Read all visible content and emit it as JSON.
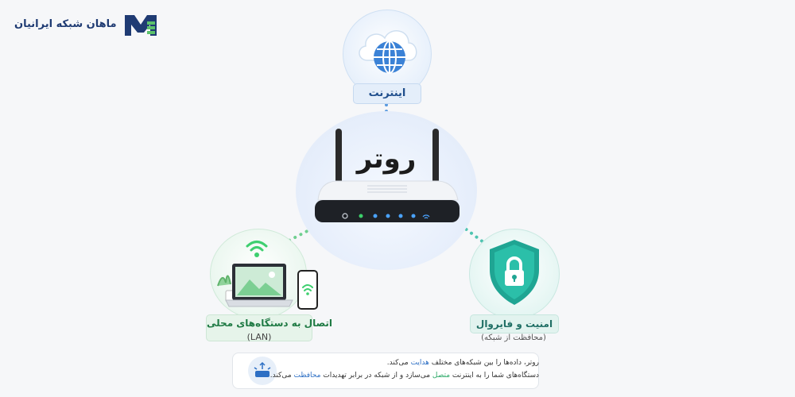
{
  "brand": {
    "name": "ماهان شبکه ایرانیان"
  },
  "diagram": {
    "center": {
      "title": "روتر"
    },
    "nodes": {
      "internet": {
        "label": "اینترنت"
      },
      "lan": {
        "label": "اتصال به دستگاه‌های محلی",
        "sublabel": "(LAN)"
      },
      "security": {
        "label": "امنیت و فایروال",
        "sublabel": "(محافظت از شبکه)"
      }
    }
  },
  "info": {
    "line1": {
      "before": "روتر، داده‌ها را بین شبکه‌های مختلف ",
      "highlight": "هدایت",
      "after": " می‌کند."
    },
    "line2": {
      "before": "دستگاه‌های شما را به اینترنت ",
      "highlight1": "متصل",
      "middle": " می‌سازد و از شبکه در برابر تهدیدات ",
      "highlight2": "محافظت",
      "after": " می‌کند."
    }
  },
  "colors": {
    "internet": "#2d6fc4",
    "lan": "#2aa866",
    "security": "#1f9e8c",
    "brand": "#1f3b73"
  }
}
